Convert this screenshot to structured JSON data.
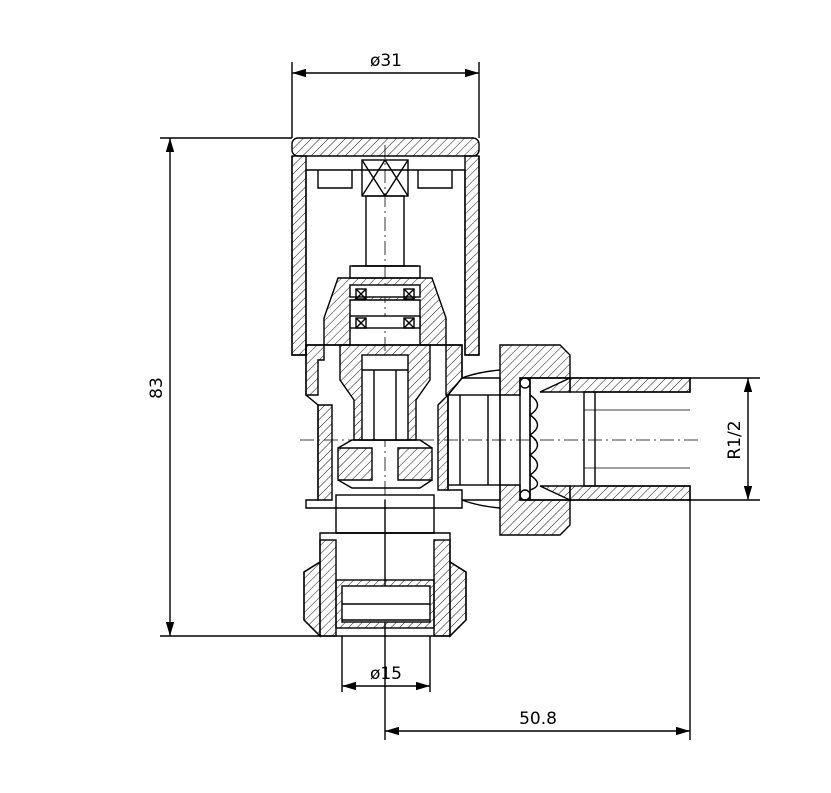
{
  "drawing": {
    "subject": "Angled radiator valve cross-section",
    "dimensions": {
      "head_diameter": "ø31",
      "overall_height": "83",
      "pipe_diameter": "ø15",
      "thread": "R1/2",
      "offset_length": "50.8"
    }
  },
  "colors": {
    "line": "#000000",
    "background": "#ffffff"
  }
}
